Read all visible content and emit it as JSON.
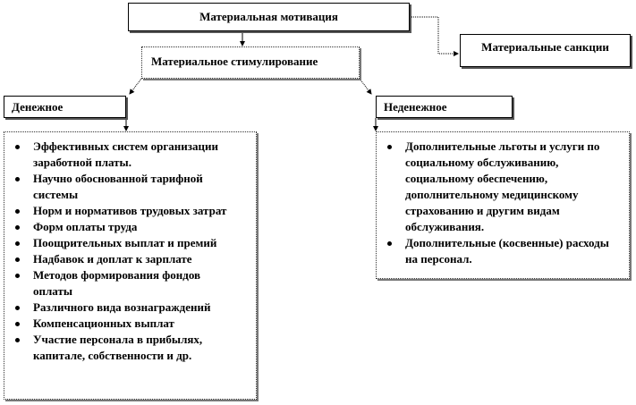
{
  "top": {
    "label": "Материальная мотивация"
  },
  "sanctions": {
    "label": "Материальные санкции"
  },
  "stimulation": {
    "label": "Материальное стимулирование"
  },
  "monetary": {
    "label": "Денежное",
    "items": [
      "Эффективных систем организации заработной платы.",
      "Научно обоснованной тарифной системы",
      "Норм и нормативов трудовых затрат",
      "Форм оплаты труда",
      "Поощрительных выплат и премий",
      "Надбавок и доплат к зарплате",
      "Методов формирования фондов оплаты",
      "Различного вида вознаграждений",
      "Компенсационных выплат",
      "Участие персонала в прибылях, капитале, собственности и др."
    ]
  },
  "nonmonetary": {
    "label": "Неденежное",
    "items": [
      "Дополнительные льготы и услуги по социальному обслуживанию, социальному обеспечению, дополнительному медицинскому страхованию и другим видам обслуживания.",
      "Дополнительные (косвенные) расходы на персонал."
    ]
  }
}
